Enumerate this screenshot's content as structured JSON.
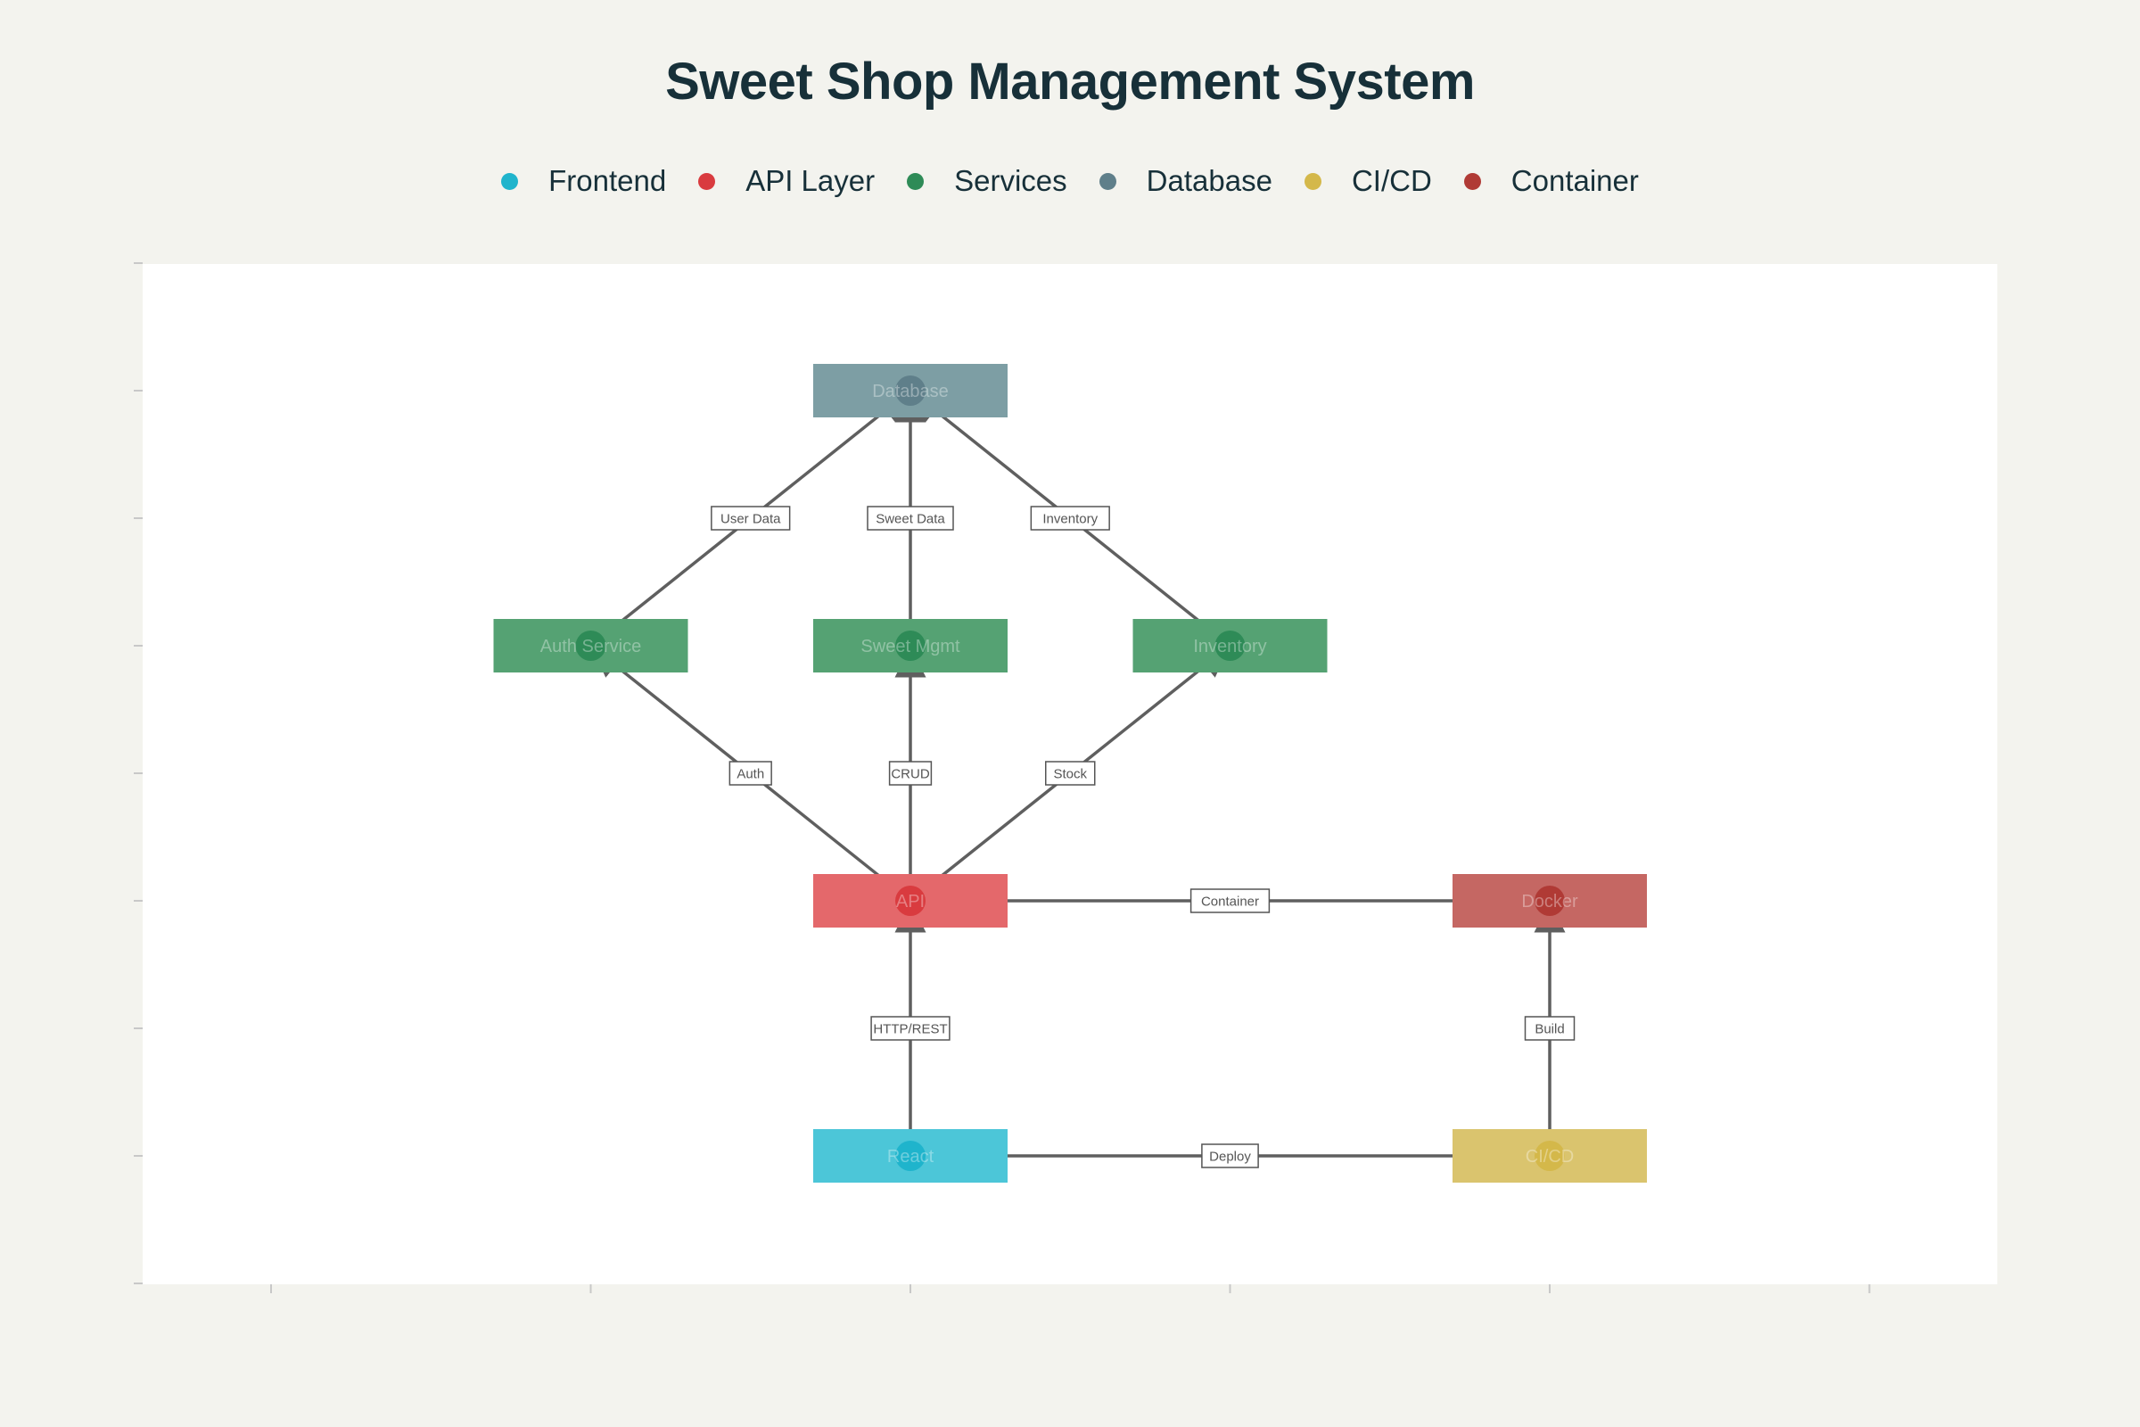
{
  "title": "Sweet Shop Management System",
  "legend": [
    {
      "key": "frontend",
      "label": "Frontend",
      "color": "#1fb4cc"
    },
    {
      "key": "api",
      "label": "API Layer",
      "color": "#d93b3f"
    },
    {
      "key": "services",
      "label": "Services",
      "color": "#2e8b57"
    },
    {
      "key": "database",
      "label": "Database",
      "color": "#5f7f8a"
    },
    {
      "key": "cicd",
      "label": "CI/CD",
      "color": "#d4b84a"
    },
    {
      "key": "container",
      "label": "Container",
      "color": "#b03a35"
    }
  ],
  "colors": {
    "frontend_box": "#4cc6d8",
    "api_box": "#e4686b",
    "services_box": "#55a273",
    "database_box": "#7d9ea4",
    "cicd_box": "#dac46e",
    "container_box": "#c56763",
    "edge": "#5f5f5f",
    "plot_bg": "#ffffff"
  },
  "nodes": [
    {
      "id": "db",
      "category": "database",
      "col": 2,
      "row": 7,
      "label": "Database"
    },
    {
      "id": "auth",
      "category": "services",
      "col": 1,
      "row": 5,
      "label": "Auth Service"
    },
    {
      "id": "sweet",
      "category": "services",
      "col": 2,
      "row": 5,
      "label": "Sweet Mgmt"
    },
    {
      "id": "inv",
      "category": "services",
      "col": 3,
      "row": 5,
      "label": "Inventory"
    },
    {
      "id": "api",
      "category": "api",
      "col": 2,
      "row": 3,
      "label": "API"
    },
    {
      "id": "docker",
      "category": "container",
      "col": 4,
      "row": 3,
      "label": "Docker"
    },
    {
      "id": "fe",
      "category": "frontend",
      "col": 2,
      "row": 1,
      "label": "React"
    },
    {
      "id": "ci",
      "category": "cicd",
      "col": 4,
      "row": 1,
      "label": "CI/CD"
    }
  ],
  "edges": [
    {
      "from": "auth",
      "to": "db",
      "label": "User Data"
    },
    {
      "from": "sweet",
      "to": "db",
      "label": "Sweet Data"
    },
    {
      "from": "inv",
      "to": "db",
      "label": "Inventory"
    },
    {
      "from": "api",
      "to": "auth",
      "label": "Auth"
    },
    {
      "from": "api",
      "to": "sweet",
      "label": "CRUD"
    },
    {
      "from": "api",
      "to": "inv",
      "label": "Stock"
    },
    {
      "from": "docker",
      "to": "api",
      "label": "Container"
    },
    {
      "from": "fe",
      "to": "api",
      "label": "HTTP/REST"
    },
    {
      "from": "ci",
      "to": "docker",
      "label": "Build"
    },
    {
      "from": "ci",
      "to": "fe",
      "label": "Deploy"
    }
  ]
}
